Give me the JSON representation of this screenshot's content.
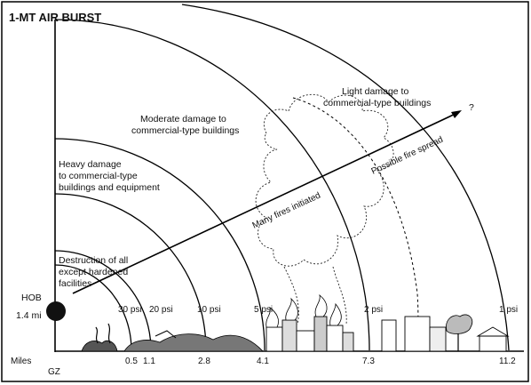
{
  "title": "1-MT AIR BURST",
  "hob": {
    "label": "HOB",
    "height": "1.4 mi"
  },
  "zones": {
    "destruction": [
      "Destruction of all",
      "except hardened",
      "facilities"
    ],
    "heavy": [
      "Heavy damage",
      "to commercial-type",
      "buildings and equipment"
    ],
    "moderate": [
      "Moderate damage to",
      "commercial-type buildings"
    ],
    "light": [
      "Light damage to",
      "commercial-type buildings"
    ]
  },
  "pressure_labels": [
    "30 psi",
    "20 psi",
    "10 psi",
    "5 psi",
    "2 psi",
    "1 psi"
  ],
  "axis": {
    "miles_label": "Miles",
    "gz_label": "GZ",
    "distances": [
      "0.5",
      "1.1",
      "2.8",
      "4.1",
      "7.3",
      "11.2"
    ]
  },
  "annotations": {
    "many_fires": "Many fires initiated",
    "fire_spread": "Possible fire spread",
    "question": "?"
  }
}
